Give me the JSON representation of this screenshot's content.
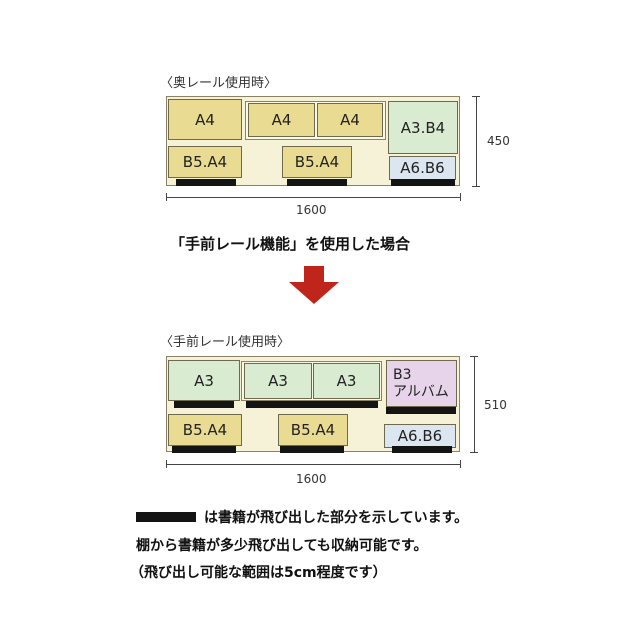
{
  "colors": {
    "a4_yellow": "#e9dc92",
    "a3_green": "#d9ecd2",
    "b3_purple": "#e7d3ea",
    "a6_blue": "#dce6f1",
    "frame_bg": "#f6f2d7",
    "arrow_red": "#c0251b",
    "overhang_bar": "#141414"
  },
  "top_diagram": {
    "label": "〈奥レール使用時〉",
    "boxes": {
      "a4_1": "A4",
      "a4_2": "A4",
      "a4_3": "A4",
      "a3b4": "A3.B4",
      "b5a4_1": "B5.A4",
      "b5a4_2": "B5.A4",
      "a6b6": "A6.B6"
    },
    "dim_height": "450",
    "dim_width": "1600"
  },
  "heading": "「手前レール機能」を使用した場合",
  "arrow_icon": "down-arrow-icon",
  "bottom_diagram": {
    "label": "〈手前レール使用時〉",
    "boxes": {
      "a3_1": "A3",
      "a3_2": "A3",
      "a3_3": "A3",
      "b3_line1": "B3",
      "b3_line2": "アルバム",
      "b5a4_1": "B5.A4",
      "b5a4_2": "B5.A4",
      "a6b6": "A6.B6"
    },
    "dim_height": "510",
    "dim_width": "1600"
  },
  "notes": {
    "line1": "は書籍が飛び出した部分を示しています。",
    "line2": "棚から書籍が多少飛び出しても収納可能です。",
    "line3": "（飛び出し可能な範囲は5cm程度です）"
  }
}
